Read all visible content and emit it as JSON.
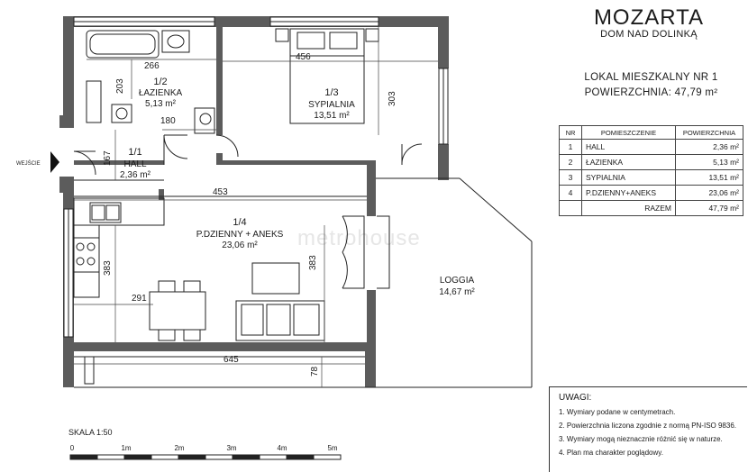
{
  "brand": {
    "title": "MOZARTA",
    "subtitle": "DOM NAD DOLINKĄ"
  },
  "unit": {
    "name": "LOKAL MIESZKALNY NR 1",
    "area_label": "POWIERZCHNIA: 47,79 m²"
  },
  "table": {
    "headers": [
      "NR",
      "POMIESZCZENIE",
      "POWIERZCHNIA"
    ],
    "rows": [
      [
        "1",
        "HALL",
        "2,36 m²"
      ],
      [
        "2",
        "ŁAZIENKA",
        "5,13 m²"
      ],
      [
        "3",
        "SYPIALNIA",
        "13,51 m²"
      ],
      [
        "4",
        "P.DZIENNY+ANEKS",
        "23,06 m²"
      ]
    ],
    "total_label": "RAZEM",
    "total_value": "47,79 m²"
  },
  "rooms": {
    "bathroom": {
      "num": "1/2",
      "name": "ŁAZIENKA",
      "area": "5,13 m²"
    },
    "bedroom": {
      "num": "1/3",
      "name": "SYPIALNIA",
      "area": "13,51 m²"
    },
    "hall": {
      "num": "1/1",
      "name": "HALL",
      "area": "2,36 m²"
    },
    "living": {
      "num": "1/4",
      "name": "P.DZIENNY + ANEKS",
      "area": "23,06 m²"
    },
    "loggia": {
      "name": "LOGGIA",
      "area": "14,67 m²"
    }
  },
  "dims": {
    "d266": "266",
    "d203": "203",
    "d180": "180",
    "d456": "456",
    "d303": "303",
    "d167": "167",
    "d453": "453",
    "d383a": "383",
    "d383b": "383",
    "d291": "291",
    "d645": "645",
    "d78": "78"
  },
  "entrance_label": "WEJŚCIE",
  "watermark": "metrohouse",
  "scale": {
    "label": "SKALA 1:50",
    "ticks": [
      "0",
      "1m",
      "2m",
      "3m",
      "4m",
      "5m"
    ]
  },
  "notes": {
    "title": "UWAGI:",
    "items": [
      "1. Wymiary podane w centymetrach.",
      "2. Powierzchnia liczona zgodnie z normą PN-ISO 9836.",
      "3. Wymiary mogą nieznacznie różnić się w naturze.",
      "4. Plan ma charakter poglądowy."
    ]
  },
  "colors": {
    "wall": "#5c5c5c",
    "line": "#222222",
    "watermark": "#e4e4e4"
  }
}
